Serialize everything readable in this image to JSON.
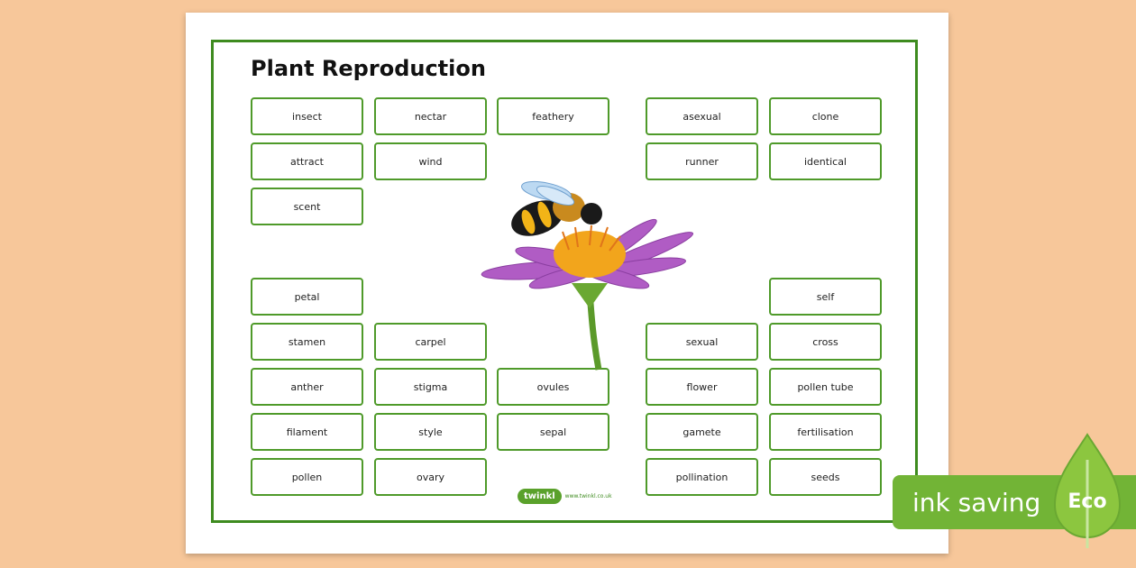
{
  "sheet": {
    "title": "Plant Reproduction",
    "words": {
      "insect": "insect",
      "nectar": "nectar",
      "feathery": "feathery",
      "asexual": "asexual",
      "clone": "clone",
      "attract": "attract",
      "wind": "wind",
      "runner": "runner",
      "identical": "identical",
      "scent": "scent",
      "petal": "petal",
      "self": "self",
      "stamen": "stamen",
      "carpel": "carpel",
      "sexual": "sexual",
      "cross": "cross",
      "anther": "anther",
      "stigma": "stigma",
      "ovules": "ovules",
      "flower": "flower",
      "pollen_tube": "pollen tube",
      "filament": "filament",
      "style": "style",
      "sepal": "sepal",
      "gamete": "gamete",
      "fertilisation": "fertilisation",
      "pollen": "pollen",
      "ovary": "ovary",
      "pollination": "pollination",
      "seeds": "seeds"
    },
    "logo": {
      "brand": "twinkl",
      "url": "www.twinkl.co.uk"
    }
  },
  "banner": {
    "label": "ink saving",
    "eco": "Eco",
    "color": "#72b436"
  },
  "colors": {
    "background": "#f7c79a",
    "border": "#3e8b1f"
  }
}
